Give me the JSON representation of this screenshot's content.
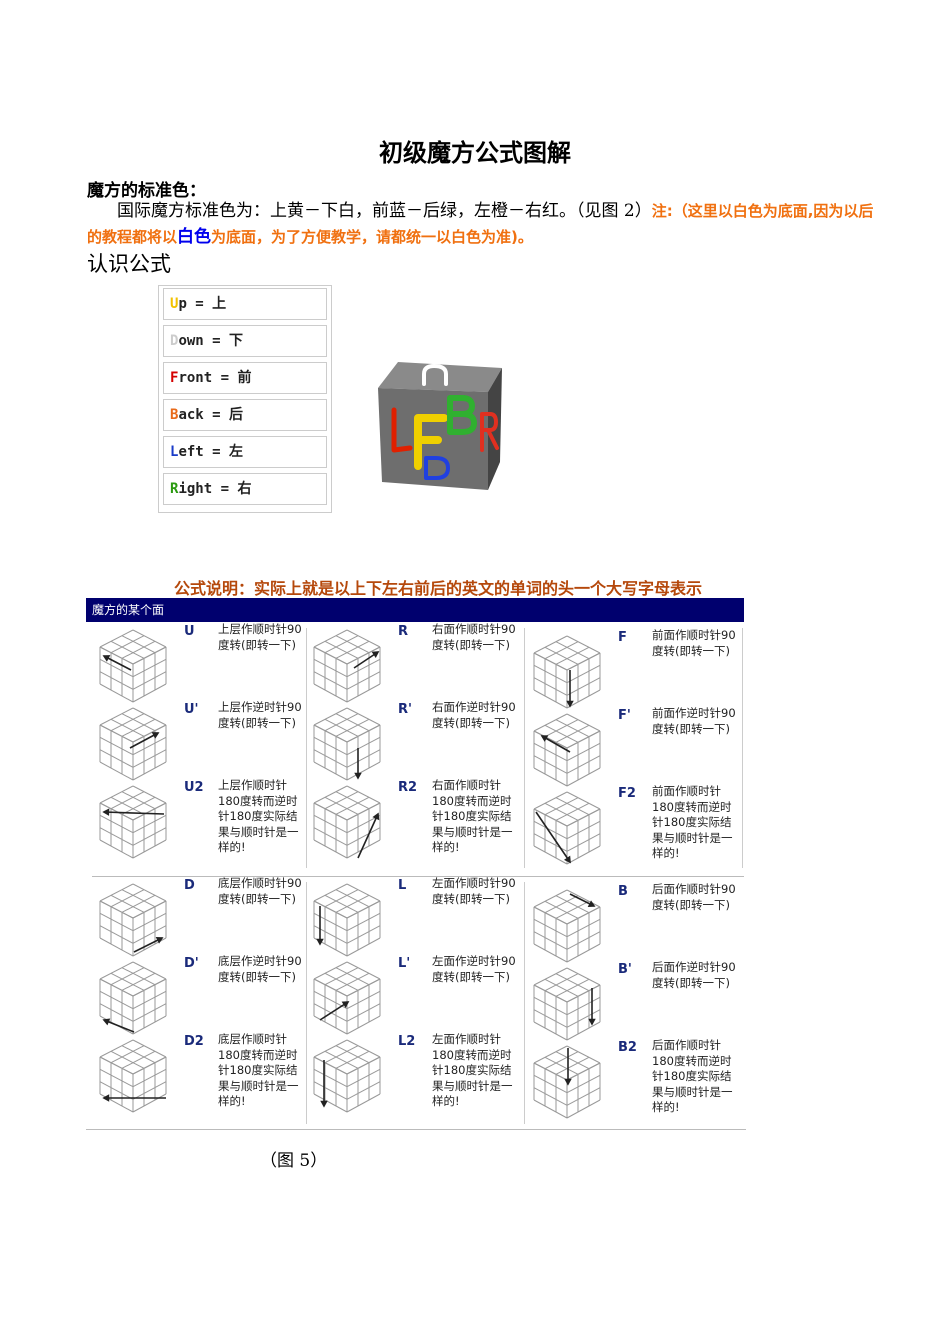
{
  "title": "初级魔方公式图解",
  "section1": {
    "heading": "魔方的标准色：",
    "text": "国际魔方标准色为：上黄－下白，前蓝－后绿，左橙－右红。（见图 2）",
    "note_a": "注:（这里以白色为底面,因为以后的教程都将以",
    "note_highlight": "白色",
    "note_b": "为底面，为了方便教学，请都统一以白色为准)。"
  },
  "section2_heading": "认识公式",
  "legend": [
    {
      "letter": "U",
      "rest": "p = 上",
      "color": "#f2c200"
    },
    {
      "letter": "D",
      "rest": "own = 下",
      "color": "#cccccc"
    },
    {
      "letter": "F",
      "rest": "ront = 前",
      "color": "#d40000"
    },
    {
      "letter": "B",
      "rest": "ack = 后",
      "color": "#e86a1a"
    },
    {
      "letter": "L",
      "rest": "eft = 左",
      "color": "#1a3cc8"
    },
    {
      "letter": "R",
      "rest": "ight = 右",
      "color": "#2a9a10"
    }
  ],
  "cube_letters": {
    "U": "U",
    "L": "L",
    "F": "F",
    "B": "B",
    "R": "R",
    "D": "D"
  },
  "formula_note": "公式说明：实际上就是以上下左右前后的英文的单词的头一个大写字母表示",
  "table": {
    "header": "魔方的某个面",
    "moves": [
      {
        "key": "U",
        "desc": "上层作顺时针90 度转(即转一下)"
      },
      {
        "key": "U'",
        "desc": "上层作逆时针90度转(即转一下)"
      },
      {
        "key": "U2",
        "desc": "上层作顺时针180度转而逆时针180度实际结果与顺时针是一样的!"
      },
      {
        "key": "R",
        "desc": "右面作顺时针90度转(即转一下)"
      },
      {
        "key": "R'",
        "desc": "右面作逆时针90度转(即转一下)"
      },
      {
        "key": "R2",
        "desc": "右面作顺时针180度转而逆时针180度实际结果与顺时针是一样的!"
      },
      {
        "key": "F",
        "desc": "前面作顺时针90度转(即转一下)"
      },
      {
        "key": "F'",
        "desc": "前面作逆时针90度转(即转一下)"
      },
      {
        "key": "F2",
        "desc": "前面作顺时针180度转而逆时针180度实际结果与顺时针是一样的!"
      },
      {
        "key": "D",
        "desc": "底层作顺时针90 度转(即转一下)"
      },
      {
        "key": "D'",
        "desc": "底层作逆时针90度转(即转一下)"
      },
      {
        "key": "D2",
        "desc": "底层作顺时针180度转而逆时针180度实际结果与顺时针是一样的!"
      },
      {
        "key": "L",
        "desc": "左面作顺时针90度转(即转一下)"
      },
      {
        "key": "L'",
        "desc": "左面作逆时针90度转(即转一下)"
      },
      {
        "key": "L2",
        "desc": "左面作顺时针180度转而逆时针180度实际结果与顺时针是一样的!"
      },
      {
        "key": "B",
        "desc": "后面作顺时针90度转(即转一下)"
      },
      {
        "key": "B'",
        "desc": "后面作逆时针90度转(即转一下)"
      },
      {
        "key": "B2",
        "desc": "后面作顺时针180度转而逆时针180度实际结果与顺时针是一样的!"
      }
    ]
  },
  "caption": "（图 5）"
}
